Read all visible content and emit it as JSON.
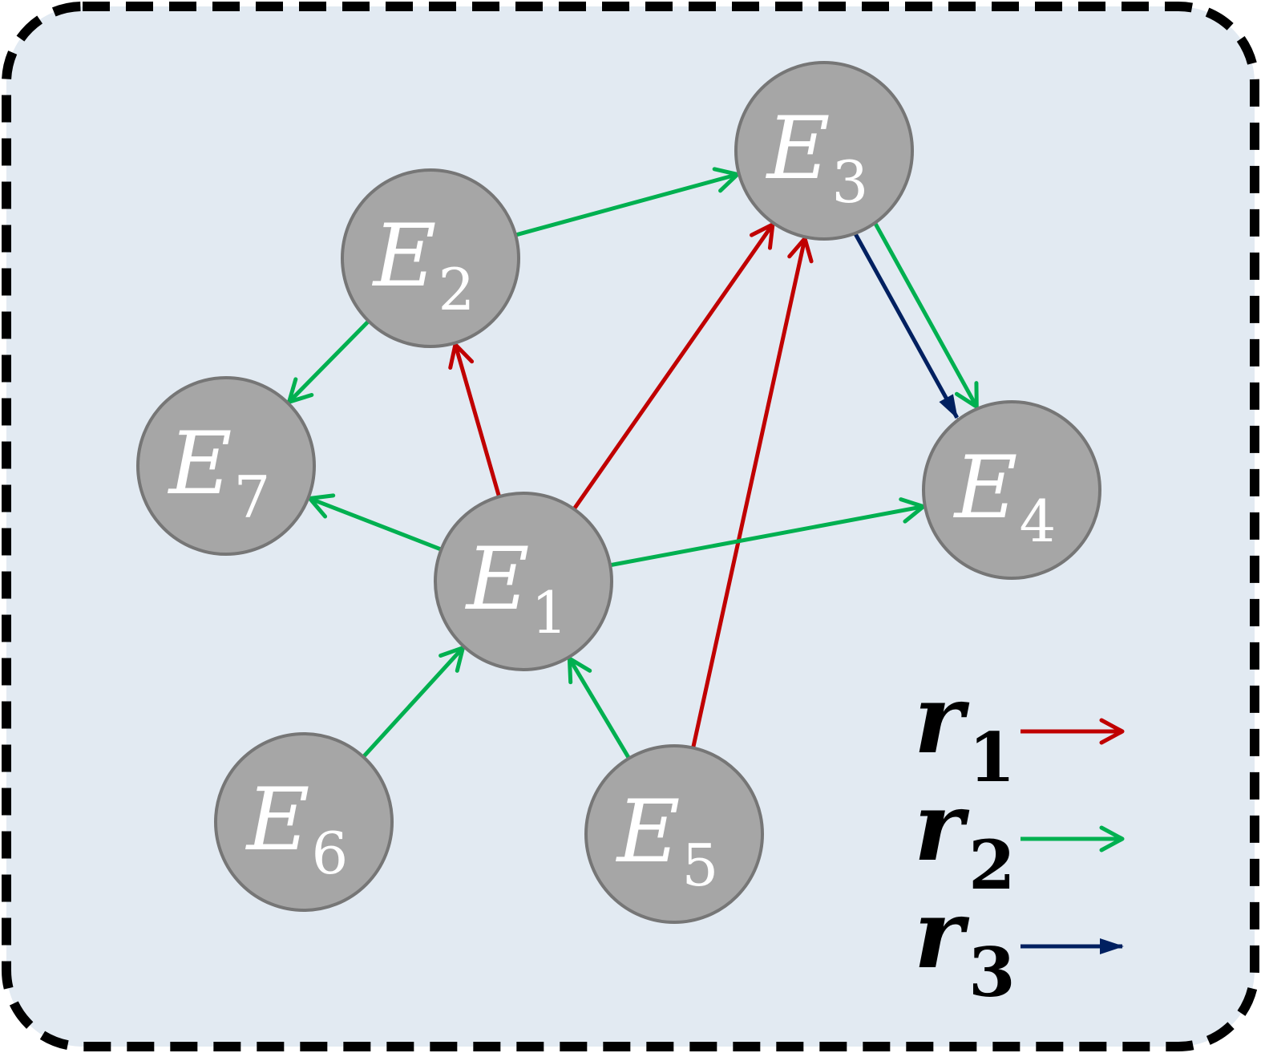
{
  "colors": {
    "background": "#e2eaf2",
    "frame_border": "#000000",
    "node_fill": "#a6a6a6",
    "node_stroke": "#767676",
    "node_text": "#ffffff",
    "legend_text": "#000000"
  },
  "relations": {
    "r1": {
      "name": "r",
      "sub": "1",
      "color": "#c00000",
      "head": "open"
    },
    "r2": {
      "name": "r",
      "sub": "2",
      "color": "#00b050",
      "head": "open"
    },
    "r3": {
      "name": "r",
      "sub": "3",
      "color": "#002060",
      "head": "filled"
    }
  },
  "nodes": [
    {
      "id": "E1",
      "name": "E",
      "sub": "1"
    },
    {
      "id": "E2",
      "name": "E",
      "sub": "2"
    },
    {
      "id": "E3",
      "name": "E",
      "sub": "3"
    },
    {
      "id": "E4",
      "name": "E",
      "sub": "4"
    },
    {
      "id": "E5",
      "name": "E",
      "sub": "5"
    },
    {
      "id": "E6",
      "name": "E",
      "sub": "6"
    },
    {
      "id": "E7",
      "name": "E",
      "sub": "7"
    }
  ],
  "edges": [
    {
      "from": "E1",
      "to": "E2",
      "relation": "r1"
    },
    {
      "from": "E1",
      "to": "E3",
      "relation": "r1"
    },
    {
      "from": "E5",
      "to": "E3",
      "relation": "r1"
    },
    {
      "from": "E2",
      "to": "E3",
      "relation": "r2"
    },
    {
      "from": "E2",
      "to": "E7",
      "relation": "r2"
    },
    {
      "from": "E1",
      "to": "E7",
      "relation": "r2"
    },
    {
      "from": "E1",
      "to": "E4",
      "relation": "r2"
    },
    {
      "from": "E3",
      "to": "E4",
      "relation": "r2"
    },
    {
      "from": "E6",
      "to": "E1",
      "relation": "r2"
    },
    {
      "from": "E5",
      "to": "E1",
      "relation": "r2"
    },
    {
      "from": "E3",
      "to": "E4",
      "relation": "r3"
    }
  ],
  "legend": [
    "r1",
    "r2",
    "r3"
  ]
}
